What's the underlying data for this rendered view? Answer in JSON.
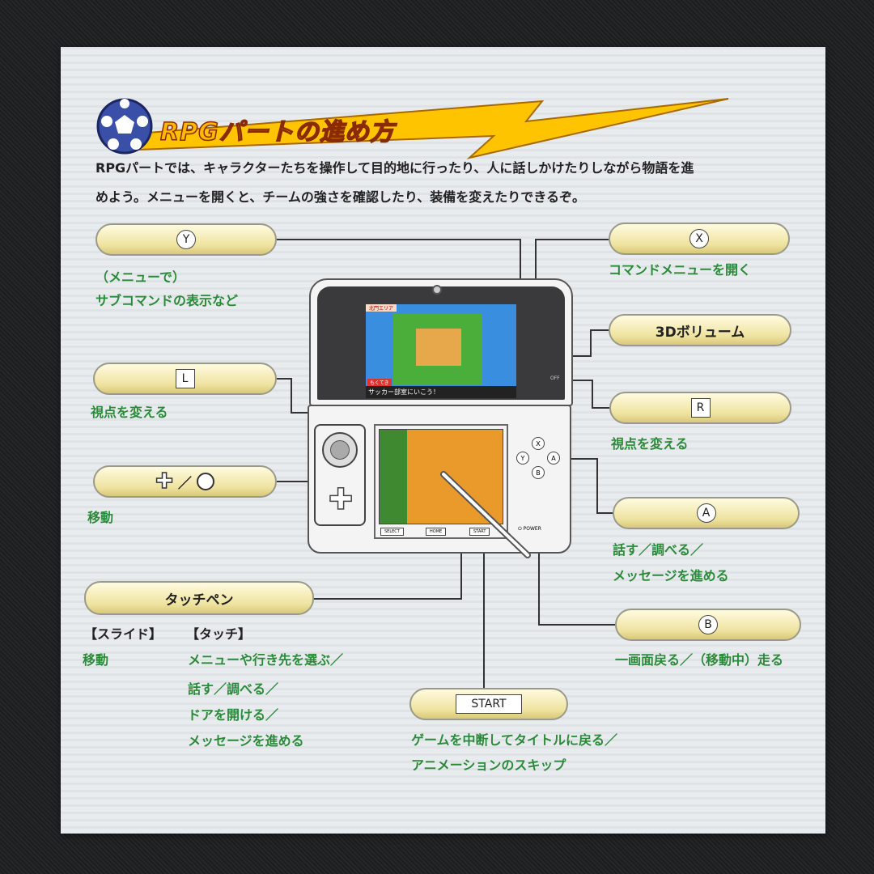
{
  "header": {
    "title": "RPGパートの進め方",
    "icon": "soccer-ball-icon",
    "accent": "#ffc400"
  },
  "intro": {
    "line1": "RPGパートでは、キャラクターたちを操作して目的地に行ったり、人に話しかけたりしながら物語を進",
    "line2": "めよう。メニューを開くと、チームの強さを確認したり、装備を変えたりできるぞ。"
  },
  "device": {
    "top_screen": {
      "area": "北門エリア",
      "objective_tag": "もくてき",
      "message": "サッカー部室にいこう！"
    },
    "buttons": {
      "select": "SELECT",
      "home": "HOME",
      "start": "START",
      "power": "POWER",
      "off": "OFF",
      "y": "Y",
      "x": "X",
      "a": "A",
      "b": "B"
    }
  },
  "labels": {
    "y": {
      "key": "Y",
      "caption1": "（メニューで）",
      "caption2": "サブコマンドの表示など"
    },
    "x": {
      "key": "X",
      "caption1": "コマンドメニューを開く"
    },
    "volume": {
      "label": "3Dボリューム"
    },
    "l": {
      "key": "L",
      "caption1": "視点を変える"
    },
    "r": {
      "key": "R",
      "caption1": "視点を変える"
    },
    "pad": {
      "sep": "／",
      "caption1": "移動"
    },
    "a": {
      "key": "A",
      "caption1": "話す／調べる／",
      "caption2": "メッセージを進める"
    },
    "b": {
      "key": "B",
      "caption1": "一画面戻る／（移動中）走る"
    },
    "touch": {
      "label": "タッチペン",
      "slide_head": "【スライド】",
      "slide1": "移動",
      "touch_head": "【タッチ】",
      "touch1": "メニューや行き先を選ぶ／",
      "touch2": "話す／調べる／",
      "touch3": "ドアを開ける／",
      "touch4": "メッセージを進める"
    },
    "start": {
      "key": "START",
      "caption1": "ゲームを中断してタイトルに戻る／",
      "caption2": "アニメーションのスキップ"
    }
  },
  "colors": {
    "caption_green": "#2a8a3a",
    "pill": "#efe3a0"
  }
}
